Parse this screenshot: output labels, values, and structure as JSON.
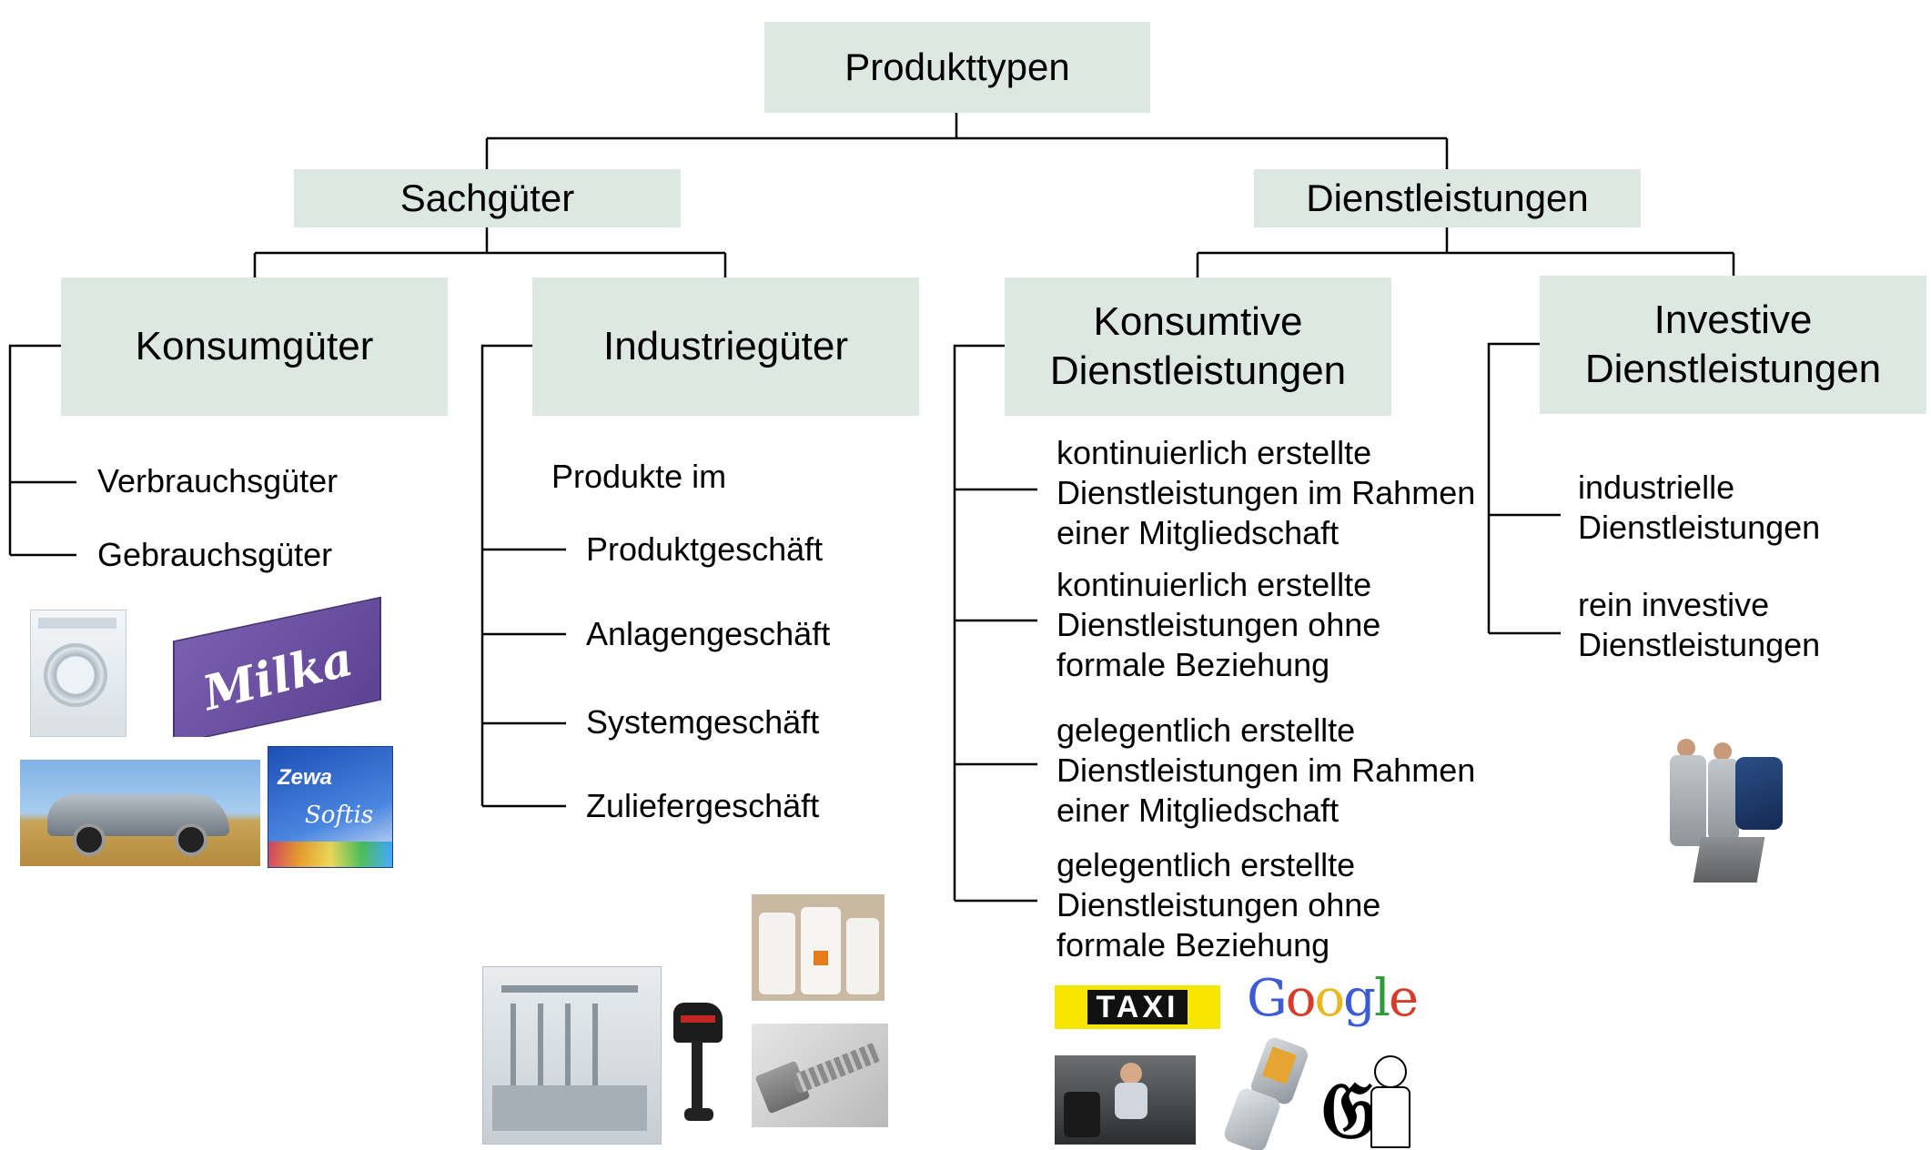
{
  "root": {
    "label": "Produkttypen"
  },
  "level1": {
    "sachgueter": {
      "label": "Sachgüter"
    },
    "dienstleistungen": {
      "label": "Dienstleistungen"
    }
  },
  "categories": {
    "konsumgueter": {
      "label": "Konsumgüter",
      "items": [
        "Verbrauchsgüter",
        "Gebrauchsgüter"
      ]
    },
    "industriegueter": {
      "label": "Industriegüter",
      "intro": "Produkte im",
      "items": [
        "Produktgeschäft",
        "Anlagengeschäft",
        "Systemgeschäft",
        "Zuliefergeschäft"
      ]
    },
    "konsumtive": {
      "label": "Konsumtive\nDienstleistungen",
      "items": [
        "kontinuierlich erstellte\nDienstleistungen im Rahmen\neiner Mitgliedschaft",
        "kontinuierlich erstellte\nDienstleistungen ohne\nformale Beziehung",
        "gelegentlich erstellte\nDienstleistungen im Rahmen\neiner Mitgliedschaft",
        "gelegentlich erstellte\nDienstleistungen ohne\nformale Beziehung"
      ]
    },
    "investive": {
      "label": "Investive\nDienstleistungen",
      "items": [
        "industrielle\nDienstleistungen",
        "rein investive\nDienstleistungen"
      ]
    }
  },
  "logos": {
    "milka": "Milka",
    "zewa": "Zewa",
    "softis": "Softis",
    "taxi": "TAXI",
    "google": [
      "G",
      "o",
      "o",
      "g",
      "l",
      "e"
    ]
  },
  "colors": {
    "box_fill": "#dde8e3",
    "google": [
      "#3b5bd9",
      "#d93b2b",
      "#e8b820",
      "#3b5bd9",
      "#2e9a3a",
      "#d93b2b"
    ]
  }
}
